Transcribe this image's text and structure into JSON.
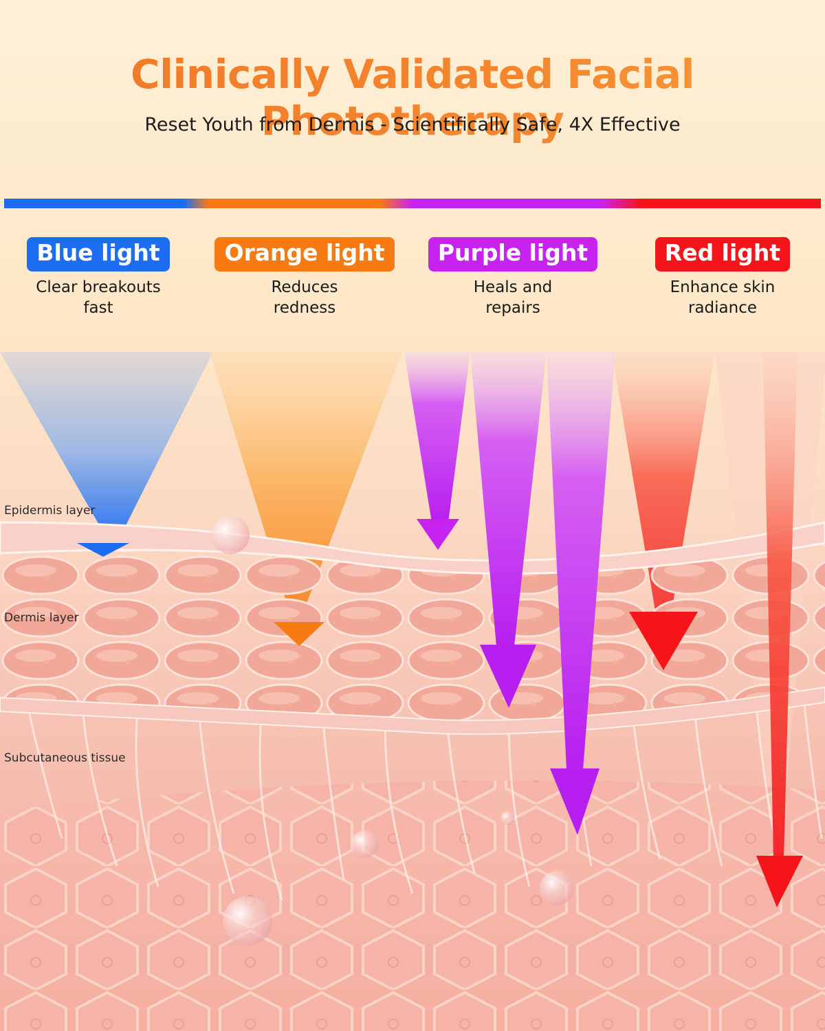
{
  "header": {
    "title": "Clinically Validated Facial Phototherapy",
    "subtitle": "Reset Youth from Dermis - Scientifically Safe, 4X Effective"
  },
  "lights": [
    {
      "label": "Blue light",
      "desc_line1": "Clear breakouts",
      "desc_line2": "fast",
      "color": "#1d6df2"
    },
    {
      "label": "Orange light",
      "desc_line1": "Reduces",
      "desc_line2": "redness",
      "color": "#f77a12"
    },
    {
      "label": "Purple light",
      "desc_line1": "Heals and",
      "desc_line2": "repairs",
      "color": "#c723f0"
    },
    {
      "label": "Red light",
      "desc_line1": "Enhance skin",
      "desc_line2": "radiance",
      "color": "#f4141a"
    }
  ],
  "layers": {
    "epidermis": "Epidermis layer",
    "dermis": "Dermis layer",
    "subcutaneous": "Subcutaneous tissue"
  }
}
